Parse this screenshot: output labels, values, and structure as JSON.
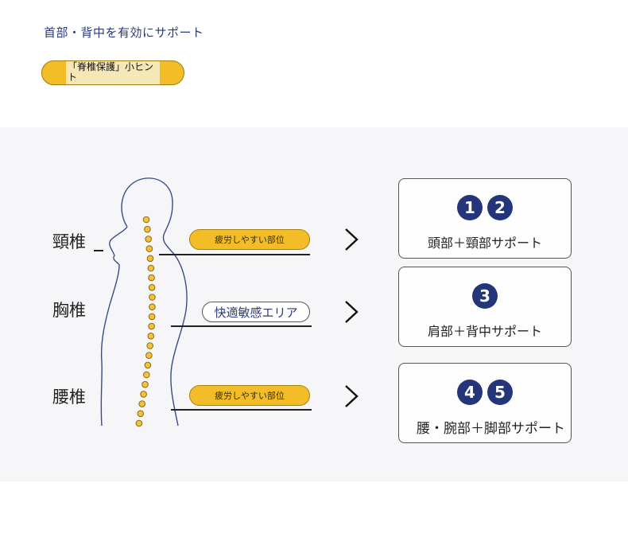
{
  "title": "首部・背中を有効にサポート",
  "hint": "「脊椎保護」小ヒント",
  "regions": {
    "cervical": "頸椎",
    "thoracic": "胸椎",
    "lumbar": "腰椎"
  },
  "tags": {
    "tag1": "疲労しやすい部位",
    "tag2": "快適敏感エリア",
    "tag3": "疲労しやすい部位"
  },
  "boxes": [
    {
      "badges": [
        "1",
        "2"
      ],
      "label": "頭部＋頸部サポート"
    },
    {
      "badges": [
        "3"
      ],
      "label": "肩部＋背中サポート"
    },
    {
      "badges": [
        "4",
        "5"
      ],
      "label": "腰・腕部＋脚部サポート"
    }
  ],
  "colors": {
    "accent_yellow": "#f3bd28",
    "badge_navy": "#25357a",
    "title_blue": "#2b3a7a"
  }
}
